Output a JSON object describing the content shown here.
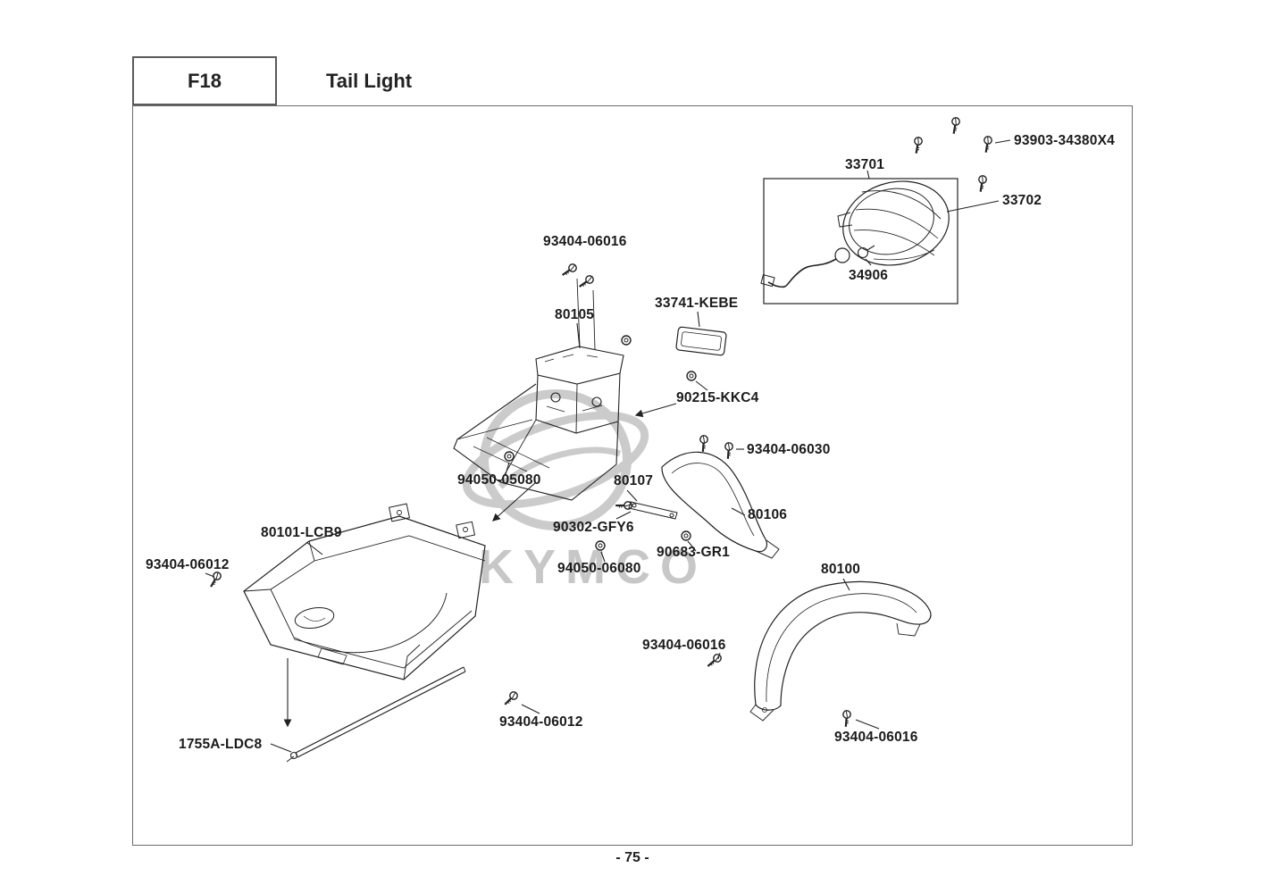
{
  "header": {
    "section_code": "F18",
    "title": "Tail Light"
  },
  "footer": {
    "page_number": "- 75 -"
  },
  "watermark": {
    "text": "KYMCO"
  },
  "part_labels": [
    {
      "text": "93903-34380X4"
    },
    {
      "text": "33701"
    },
    {
      "text": "33702"
    },
    {
      "text": "34906"
    },
    {
      "text": "93404-06016"
    },
    {
      "text": "80105"
    },
    {
      "text": "33741-KEBE"
    },
    {
      "text": "90215-KKC4"
    },
    {
      "text": "93404-06030"
    },
    {
      "text": "94050-05080"
    },
    {
      "text": "80107"
    },
    {
      "text": "90302-GFY6"
    },
    {
      "text": "80106"
    },
    {
      "text": "80101-LCB9"
    },
    {
      "text": "93404-06012"
    },
    {
      "text": "94050-06080"
    },
    {
      "text": "90683-GR1"
    },
    {
      "text": "80100"
    },
    {
      "text": "93404-06016"
    },
    {
      "text": "93404-06012"
    },
    {
      "text": "1755A-LDC8"
    },
    {
      "text": "93404-06016"
    }
  ],
  "colors": {
    "diagram_line": "#222222",
    "label_text": "#1b1b1b",
    "border": "#6b6b6b",
    "watermark": "#c7c7c7"
  }
}
